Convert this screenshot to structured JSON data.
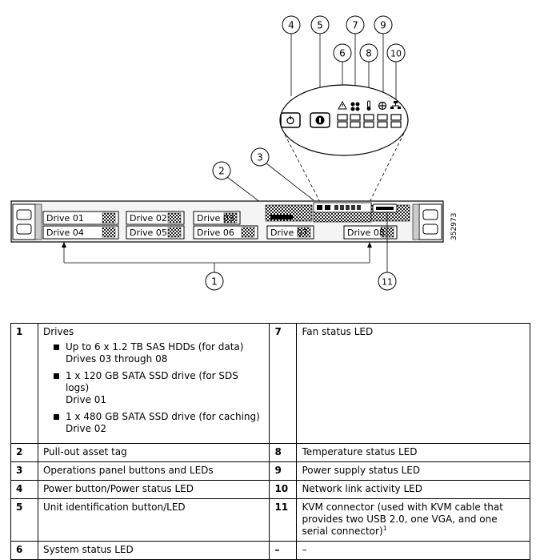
{
  "diagram": {
    "callouts": [
      "1",
      "2",
      "3",
      "4",
      "5",
      "6",
      "7",
      "8",
      "9",
      "10",
      "11"
    ],
    "drive_slots": [
      "Drive 01",
      "Drive 02",
      "Drive 03",
      "Drive 04",
      "Drive 05",
      "Drive 06",
      "Drive 07",
      "Drive 08"
    ],
    "figure_id": "352973",
    "panel_icons": [
      "power-button-icon",
      "unit-id-button-icon",
      "system-status-icon",
      "fan-icon",
      "temperature-icon",
      "power-supply-icon",
      "network-icon"
    ]
  },
  "legend": {
    "rows": [
      {
        "left": {
          "num": "1",
          "label": "Drives",
          "bullets": [
            {
              "line1": "Up to 6 x 1.2 TB SAS HDDs (for data)",
              "line2": "Drives 03 through 08"
            },
            {
              "line1": "1 x 120 GB SATA SSD drive (for SDS logs)",
              "line2": "Drive 01"
            },
            {
              "line1": "1 x 480 GB SATA SSD drive (for caching)",
              "line2": "Drive 02"
            }
          ]
        },
        "right": {
          "num": "7",
          "label": "Fan status LED"
        }
      },
      {
        "left": {
          "num": "2",
          "label": "Pull-out asset tag"
        },
        "right": {
          "num": "8",
          "label": "Temperature status LED"
        }
      },
      {
        "left": {
          "num": "3",
          "label": "Operations panel buttons and LEDs"
        },
        "right": {
          "num": "9",
          "label": "Power supply status LED"
        }
      },
      {
        "left": {
          "num": "4",
          "label": "Power button/Power status LED"
        },
        "right": {
          "num": "10",
          "label": "Network link activity LED"
        }
      },
      {
        "left": {
          "num": "5",
          "label": "Unit identification button/LED"
        },
        "right": {
          "num": "11",
          "label": "KVM connector (used with KVM cable that provides two USB 2.0, one VGA, and one serial connector)",
          "footnote": "1"
        }
      },
      {
        "left": {
          "num": "6",
          "label": "System status LED"
        },
        "right": {
          "num": "–",
          "label": "–"
        }
      }
    ]
  }
}
